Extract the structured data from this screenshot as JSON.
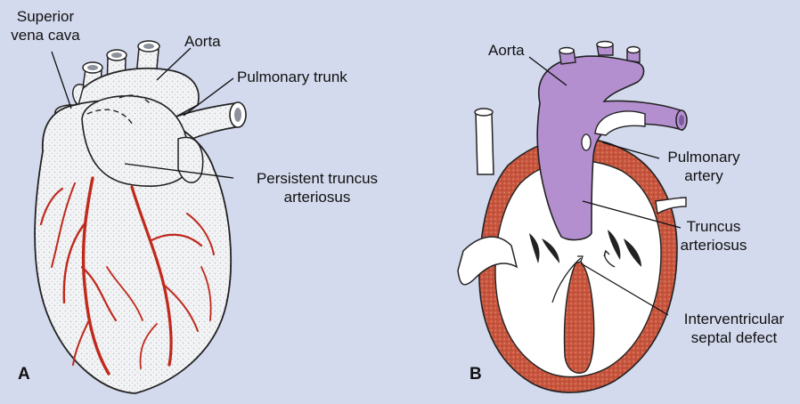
{
  "figure": {
    "panel_a": {
      "letter": "A",
      "labels": {
        "svc_line1": "Superior",
        "svc_line2": "vena cava",
        "aorta": "Aorta",
        "pulmonary_trunk": "Pulmonary trunk",
        "truncus_line1": "Persistent truncus",
        "truncus_line2": "arteriosus"
      }
    },
    "panel_b": {
      "letter": "B",
      "labels": {
        "aorta": "Aorta",
        "pulm_line1": "Pulmonary",
        "pulm_line2": "artery",
        "truncus_line1": "Truncus",
        "truncus_line2": "arteriosus",
        "vsd_line1": "Interventricular",
        "vsd_line2": "septal defect"
      }
    },
    "colors": {
      "background": "#d4daee",
      "vessel_red": "#c0291b",
      "truncus_purple": "#b48fd0",
      "myocardium": "#c8553d"
    }
  }
}
